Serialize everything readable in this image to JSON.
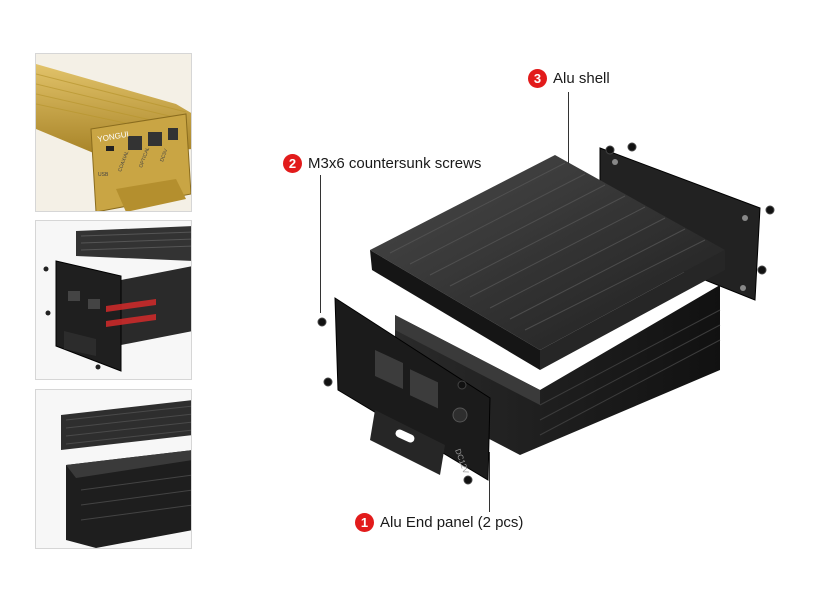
{
  "thumbnails": [
    {
      "brand_text": "YONGUI",
      "port_labels": [
        "USB",
        "COAXIAL",
        "OPTICAL",
        "DC5V"
      ]
    },
    {},
    {}
  ],
  "parts": [
    {
      "number": "1",
      "label": "Alu End panel (2 pcs)"
    },
    {
      "number": "2",
      "label": "M3x6 countersunk screws"
    },
    {
      "number": "3",
      "label": "Alu shell"
    }
  ],
  "panel_port_labels": [
    "DC12V"
  ],
  "colors": {
    "badge": "#e21b1b",
    "shell": "#2b2b2b",
    "gold": "#c9a544",
    "arrow": "#d42a2a"
  }
}
